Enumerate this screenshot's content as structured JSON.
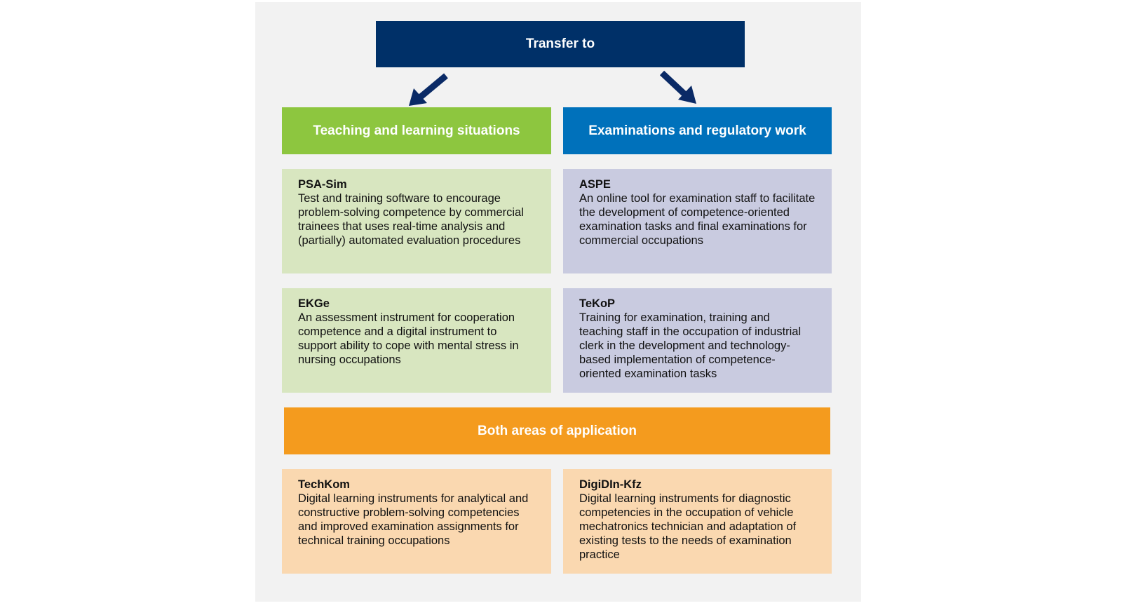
{
  "header": "Transfer to",
  "columns": {
    "left": "Teaching and learning situations",
    "right": "Examinations and regulatory work",
    "both": "Both areas of application"
  },
  "cards": [
    {
      "title": "PSA-Sim",
      "text": "Test and training software to encourage problem-solving competence by commercial trainees that uses real-time analysis and (partially) automated evaluation procedures"
    },
    {
      "title": "ASPE",
      "text": "An online tool for examination staff to facilitate the development of competence-oriented examination tasks and final examinations for commercial occupations"
    },
    {
      "title": "EKGe",
      "text": "An assessment instrument for cooperation competence and a digital instrument to support ability to cope with mental stress in nursing occupations"
    },
    {
      "title": "TeKoP",
      "text": "Training for examination, training and teaching staff in the occupation of industrial clerk in the development and technology-based implementation of competence-oriented examination tasks"
    },
    {
      "title": "TechKom",
      "text": "Digital learning instruments for analytical and constructive problem-solving competencies and improved examination assignments for technical training occupations"
    },
    {
      "title": "DigiDIn-Kfz",
      "text": "Digital learning instruments for diagnostic competencies in the occupation of vehicle mechatronics technician and adaptation of existing tests to the needs of examination practice"
    }
  ],
  "colors": {
    "navy": "#003068",
    "green": "#8dc63f",
    "blue": "#0071bb",
    "orange": "#f49b1e"
  }
}
